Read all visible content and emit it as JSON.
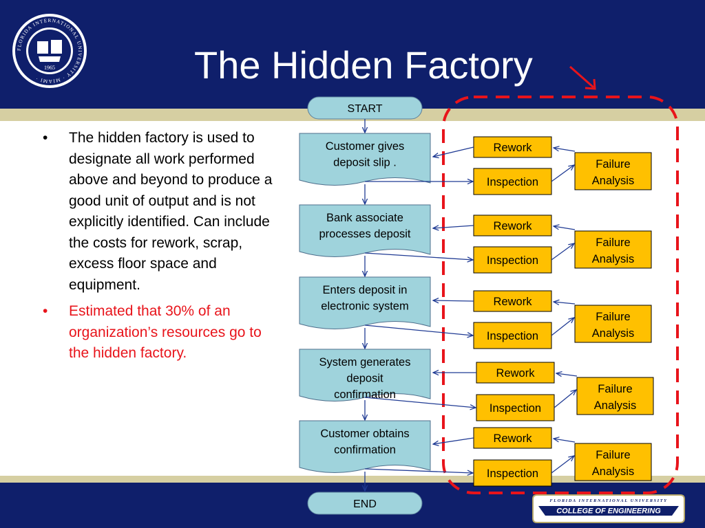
{
  "slide": {
    "title": "The Hidden Factory",
    "bullets": [
      "The hidden factory is used to designate all work performed above and beyond to produce a good unit of output and is not explicitly identified.   Can include the costs for rework, scrap, excess floor space and equipment.",
      "Estimated that 30% of an organization’s resources go to the hidden factory."
    ]
  },
  "flow": {
    "start": "START",
    "end": "END",
    "steps": [
      [
        "Customer gives",
        "deposit slip ."
      ],
      [
        "Bank associate",
        "processes deposit"
      ],
      [
        "Enters deposit in",
        "electronic system"
      ],
      [
        "System generates",
        "deposit",
        "confirmation"
      ],
      [
        "Customer obtains",
        "confirmation"
      ]
    ],
    "rework": "Rework",
    "inspection": "Inspection",
    "failure": [
      "Failure",
      "Analysis"
    ]
  },
  "logo": {
    "university": "FLORIDA INTERNATIONAL UNIVERSITY",
    "college": "COLLEGE OF ENGINEERING",
    "seal_text": "FLORIDA INTERNATIONAL UNIVERSITY · MIAMI ·",
    "seal_year": "1965"
  },
  "colors": {
    "navy": "#0f1f6b",
    "gold": "#d6cfa2",
    "process_fill": "#9fd3dc",
    "box_fill": "#ffc000",
    "dashed_red": "#e8141b",
    "connector": "#1f3a93"
  }
}
